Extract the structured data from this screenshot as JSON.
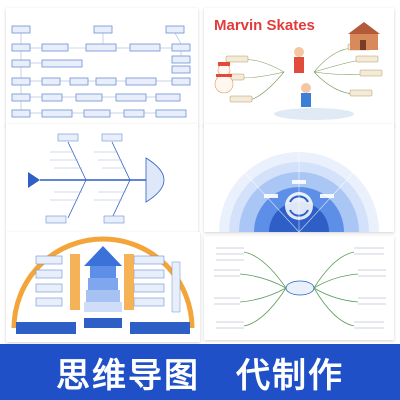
{
  "banner": {
    "left_text": "思维导图",
    "right_text": "代制作"
  },
  "panels": {
    "skates_title": "Marvin Skates"
  },
  "colors": {
    "banner_bg": "#1f50c8",
    "banner_text": "#ffffff",
    "flow_box_fill": "#e8effb",
    "flow_box_stroke": "#6b8fd6",
    "accent_blue": "#2d5fc7"
  }
}
